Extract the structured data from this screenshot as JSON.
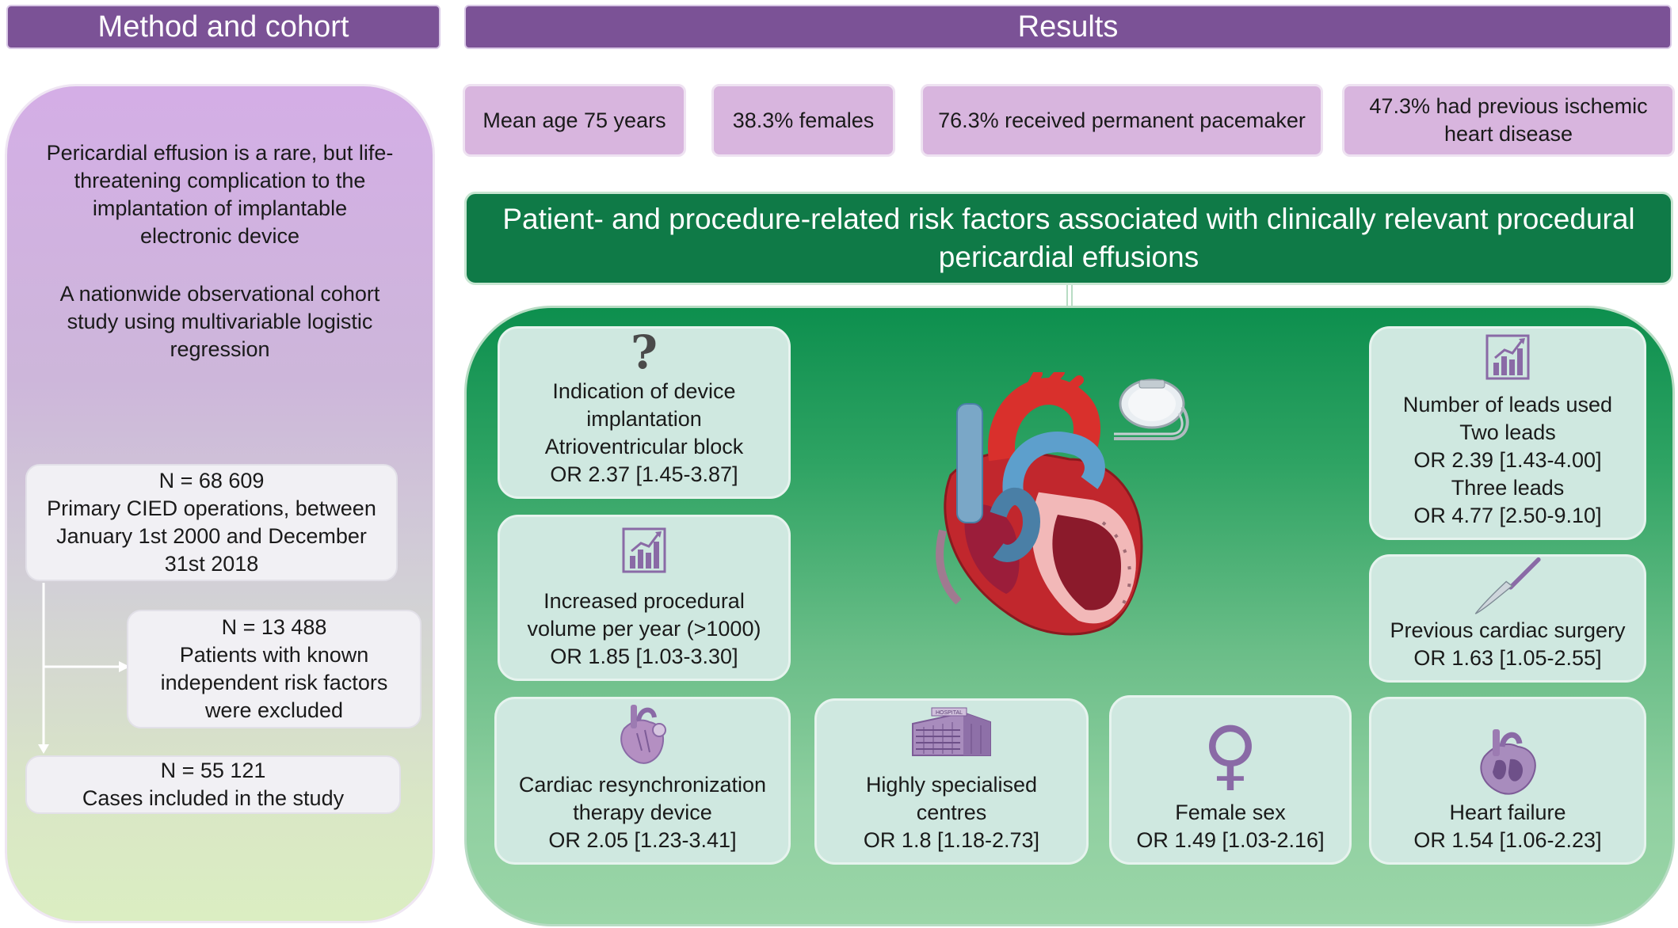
{
  "left": {
    "header": "Method and cohort",
    "intro": [
      "Pericardial effusion is a rare, but life-",
      "threatening complication to the",
      "implantation of implantable",
      "electronic device"
    ],
    "design": [
      "A nationwide observational cohort",
      "study using multivariable logistic",
      "regression"
    ],
    "flow1": [
      "N = 68 609",
      "Primary CIED operations, between",
      "January 1st 2000 and December",
      "31st 2018"
    ],
    "flow2": [
      "N = 13 488",
      "Patients with known",
      "independent risk factors",
      "were excluded"
    ],
    "flow3": [
      "N = 55 121",
      "Cases included in the study"
    ]
  },
  "right": {
    "header": "Results",
    "stats": [
      [
        "Mean age 75 years"
      ],
      [
        "38.3% females"
      ],
      [
        "76.3% received permanent pacemaker"
      ],
      [
        "47.3% had previous ischemic",
        "heart disease"
      ]
    ],
    "title": [
      "Patient- and procedure-related risk factors associated with clinically relevant procedural",
      "pericardial effusions"
    ],
    "cards": {
      "indication": [
        "Indication of device",
        "implantation",
        "Atrioventricular block",
        "OR 2.37 [1.45-3.87]"
      ],
      "volume": [
        "Increased procedural",
        "volume per year (>1000)",
        "OR 1.85 [1.03-3.30]"
      ],
      "crt": [
        "Cardiac resynchronization",
        "therapy device",
        "OR 2.05 [1.23-3.41]"
      ],
      "centres": [
        "Highly specialised",
        "centres",
        "OR 1.8 [1.18-2.73]"
      ],
      "female": [
        "Female sex",
        "OR 1.49 [1.03-2.16]"
      ],
      "leads": [
        "Number of leads used",
        "Two leads",
        "OR 2.39 [1.43-4.00]",
        "Three leads",
        "OR 4.77 [2.50-9.10]"
      ],
      "surgery": [
        "Previous cardiac surgery",
        "OR 1.63 [1.05-2.55]"
      ],
      "hf": [
        "Heart failure",
        "OR 1.54 [1.06-2.23]"
      ]
    },
    "icons": {
      "question_glyph": "?",
      "hospital_sign": "HOSPITAL",
      "female_glyph": "♀"
    }
  },
  "colors": {
    "purple_banner": "#7b5296",
    "stat_fill": "#d8b5de",
    "green_header": "#0f7a47",
    "card_fill": "#cfe8e0",
    "icon_purple": "#8a6aa6"
  }
}
